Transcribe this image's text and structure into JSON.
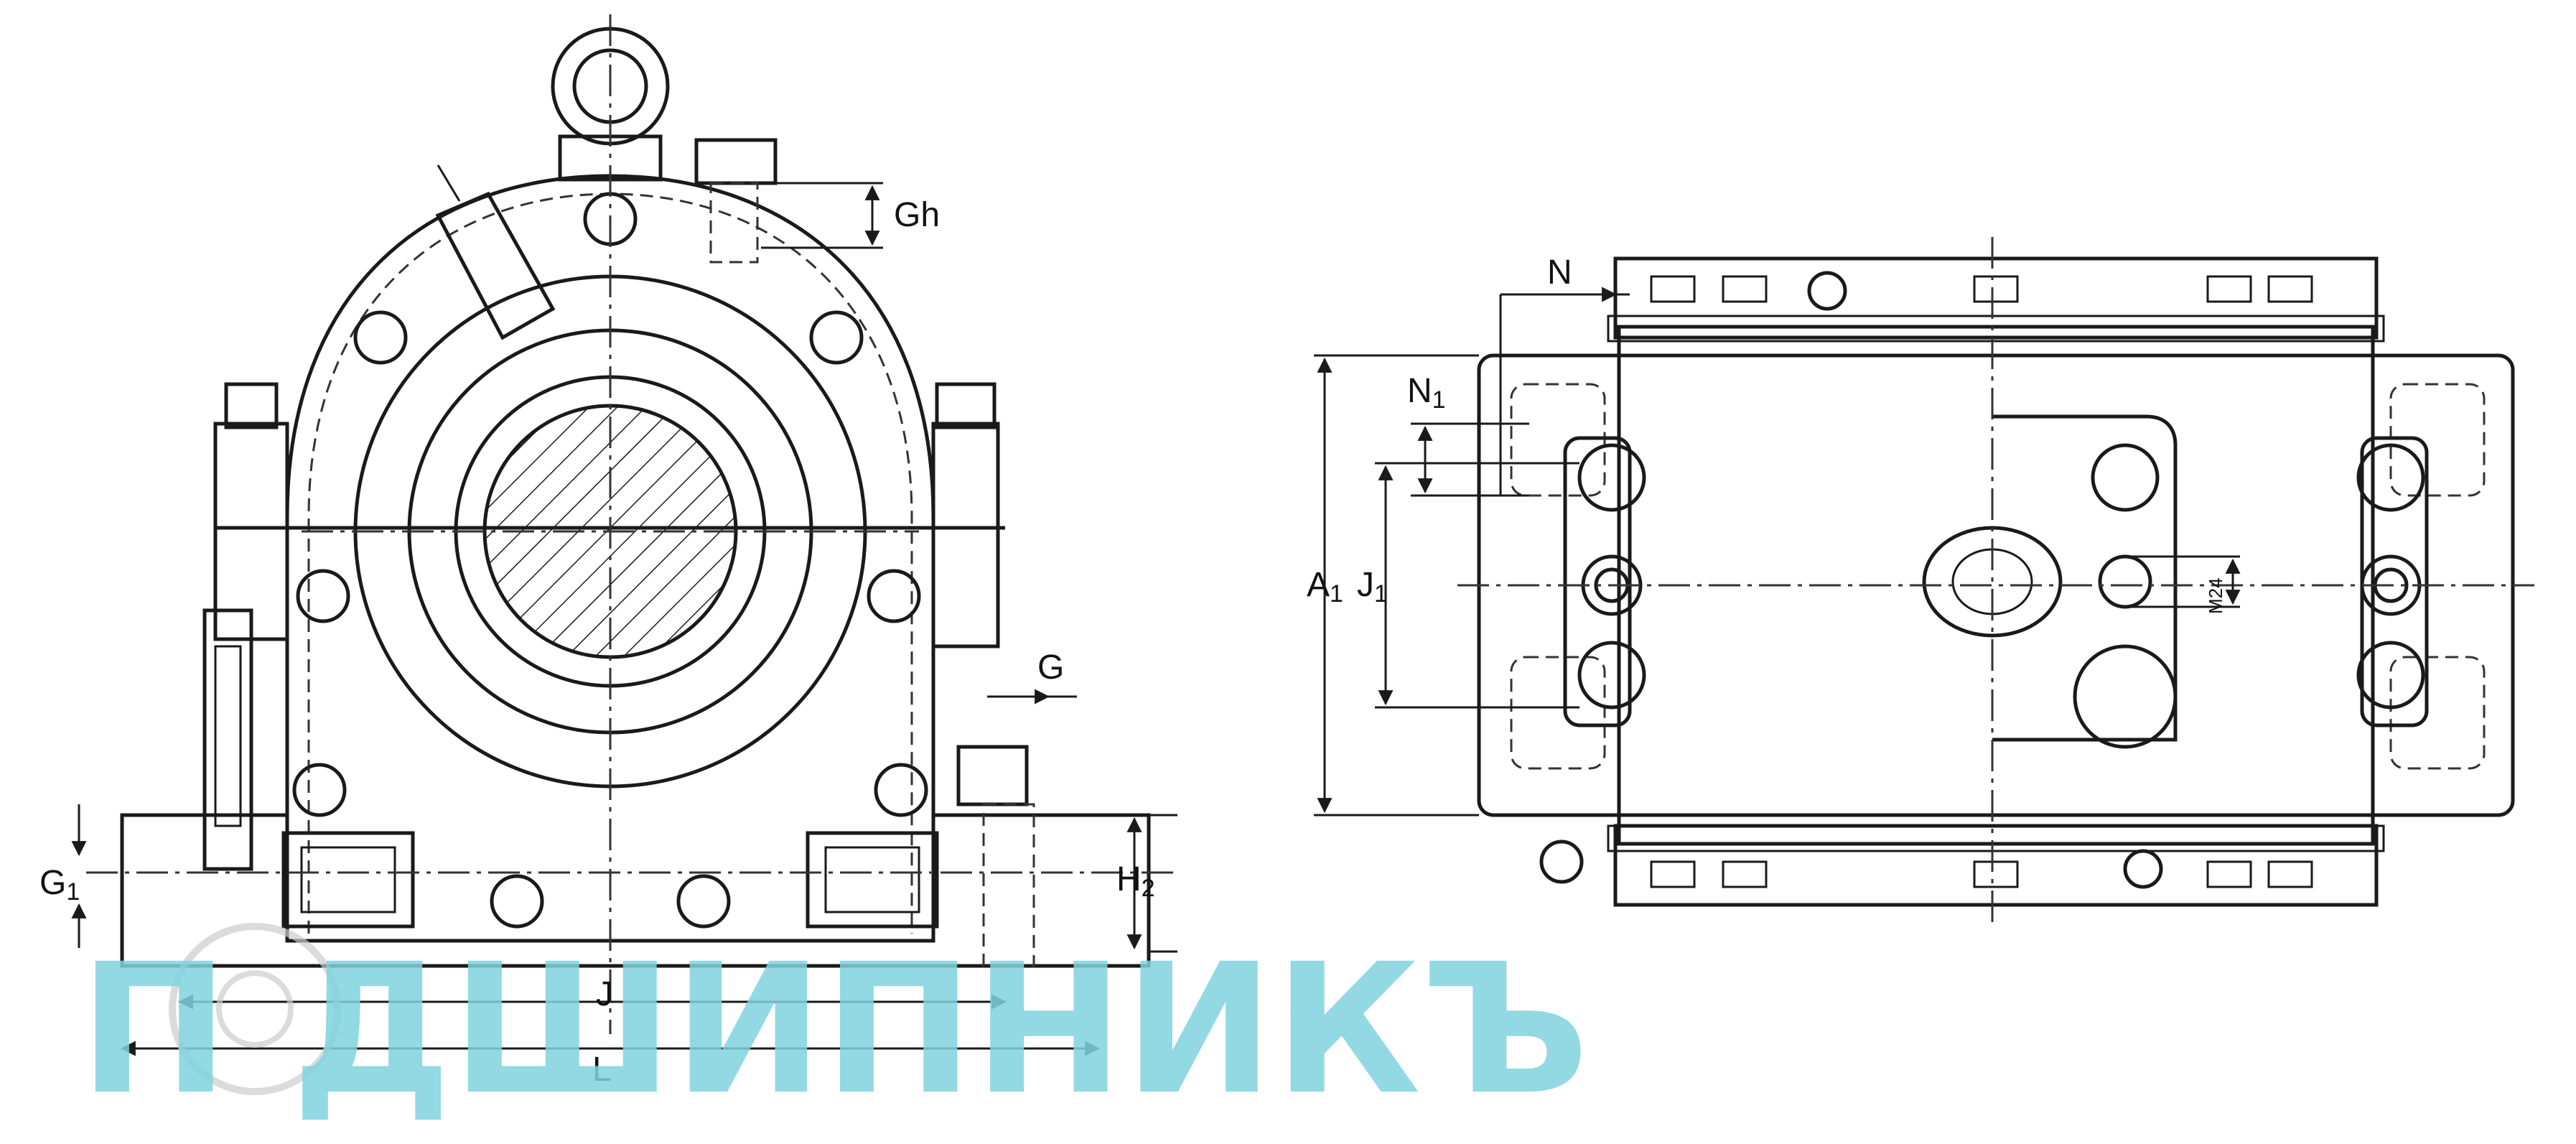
{
  "labels": {
    "Gh": "Gh",
    "G": "G",
    "G1": {
      "main": "G",
      "sub": "1"
    },
    "H2": {
      "main": "H",
      "sub": "2"
    },
    "J": "J",
    "L": "L",
    "N": "N",
    "N1": {
      "main": "N",
      "sub": "1"
    },
    "A1": {
      "main": "A",
      "sub": "1"
    },
    "J1": {
      "main": "J",
      "sub": "1"
    },
    "M24": "M24"
  },
  "watermark": {
    "text": "П ДШИПНИКЪ",
    "color": "#7fd3df"
  },
  "colors": {
    "line": "#1a1a1a",
    "background": "#ffffff"
  }
}
